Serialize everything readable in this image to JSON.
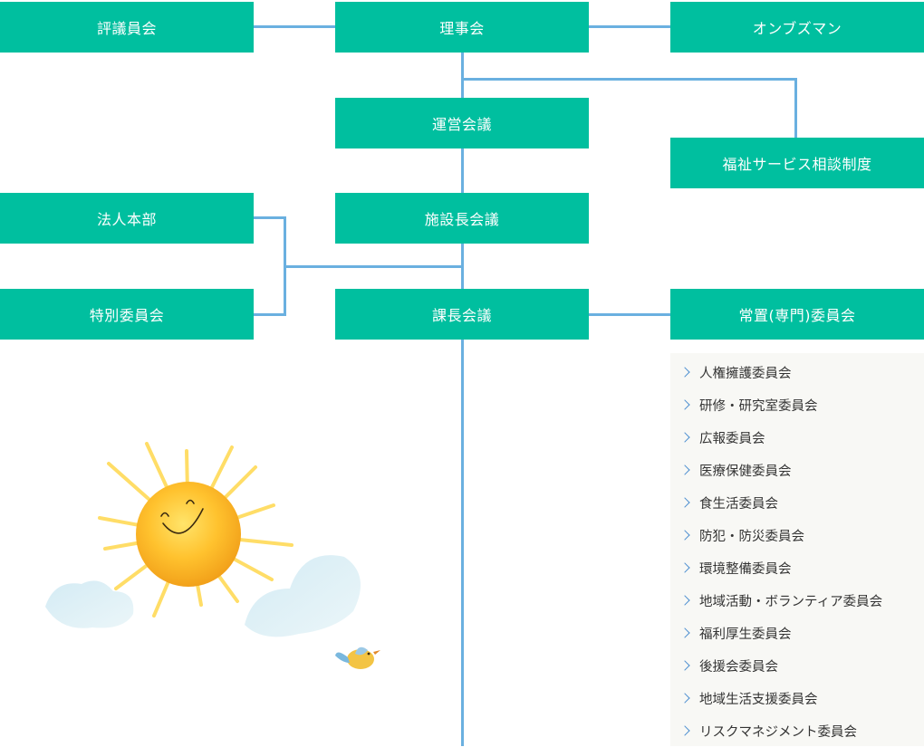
{
  "boxes": {
    "hyogiinkai": "評議員会",
    "rijikai": "理事会",
    "ombudsman": "オンブズマン",
    "uneikaigi": "運営会議",
    "fukushi_soudan": "福祉サービス相談制度",
    "houjin_honbu": "法人本部",
    "shisetsuchou_kaigi": "施設長会議",
    "tokubetsu_iinkai": "特別委員会",
    "kachou_kaigi": "課長会議",
    "jouchi_iinkai": "常置(専門)委員会"
  },
  "committees": [
    "人権擁護委員会",
    "研修・研究室委員会",
    "広報委員会",
    "医療保健委員会",
    "食生活委員会",
    "防犯・防災委員会",
    "環境整備委員会",
    "地域活動・ボランティア委員会",
    "福利厚生委員会",
    "後援会委員会",
    "地域生活支援委員会",
    "リスクマネジメント委員会"
  ],
  "colors": {
    "box_fill": "#00bf9f",
    "connector": "#6ab0e0",
    "list_background": "#f8f8f5",
    "chevron": "#4d8fd0"
  },
  "icons": [
    "chevron-right-icon",
    "sun-illustration",
    "cloud-illustration",
    "bird-illustration"
  ]
}
